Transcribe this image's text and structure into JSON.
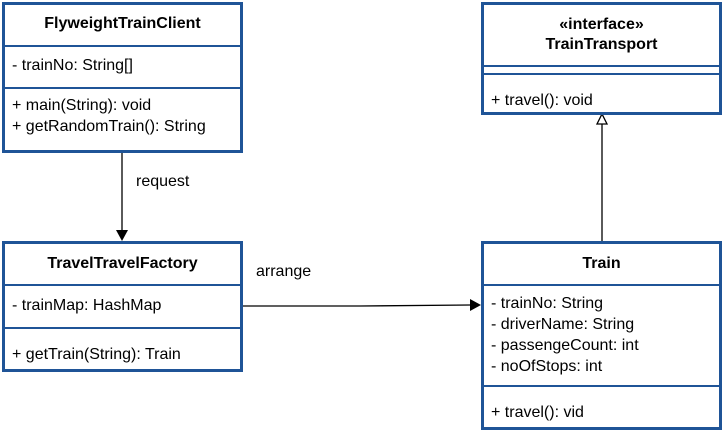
{
  "classes": {
    "client": {
      "name": "FlyweightTrainClient",
      "attributes": [
        "- trainNo: String[]"
      ],
      "operations": [
        "+ main(String): void",
        "+ getRandomTrain(): String"
      ]
    },
    "factory": {
      "name": "TravelTravelFactory",
      "attributes": [
        "- trainMap: HashMap"
      ],
      "operations": [
        "+ getTrain(String): Train"
      ]
    },
    "iface": {
      "stereotype": "«interface»",
      "name": "TrainTransport",
      "operations": [
        "+ travel(): void"
      ]
    },
    "train": {
      "name": "Train",
      "attributes": [
        "- trainNo: String",
        "- driverName: String",
        "- passengeCount: int",
        "- noOfStops: int"
      ],
      "operations": [
        "+ travel(): vid"
      ]
    }
  },
  "relations": {
    "request": "request",
    "arrange": "arrange"
  },
  "colors": {
    "border": "#1f5497",
    "line": "#000000",
    "background": "#ffffff"
  }
}
